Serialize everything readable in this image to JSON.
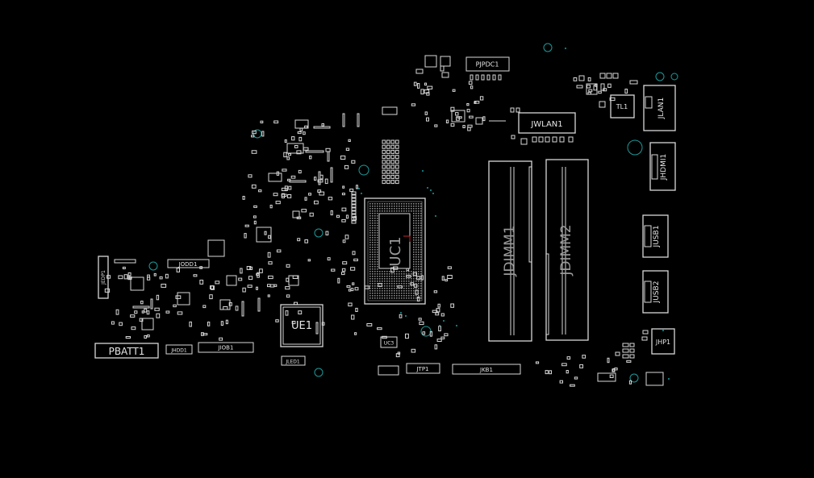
{
  "board": {
    "background": "#000000",
    "silkscreen_color": "#d8d8d8",
    "via_color": "#1c9a9a"
  },
  "labels": {
    "pjpdc1": "PJPDC1",
    "jwlan1": "JWLAN1",
    "tl1": "TL1",
    "jlan1": "JLAN1",
    "jhdmi1": "JHDMI1",
    "jusb1": "JUSB1",
    "jusb2": "JUSB2",
    "jhp1": "JHP1",
    "jdimm1": "JDIMM1",
    "jdimm2": "JDIMM2",
    "uc1": "UC1",
    "ue1": "UE1",
    "uc3": "UC3",
    "jtp1": "JTP1",
    "jkb1": "JKB1",
    "pbatt1": "PBATT1",
    "jhdd1": "JHDD1",
    "jiob1": "JIOB1",
    "jedp1": "JEDP1",
    "jodd1": "JODD1",
    "jled1": "JLED1"
  }
}
